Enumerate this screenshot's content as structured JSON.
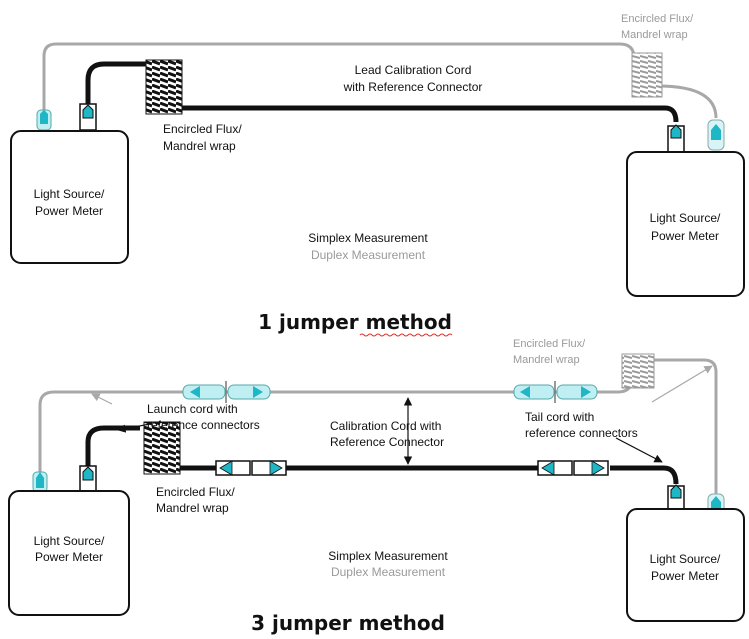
{
  "top": {
    "lead_cord_l1": "Lead Calibration Cord",
    "lead_cord_l2": "with Reference Connector",
    "flux_black_l1": "Encircled Flux/",
    "flux_black_l2": "Mandrel wrap",
    "flux_gray_l1": "Encircled Flux/",
    "flux_gray_l2": "Mandrel wrap",
    "left_box_l1": "Light Source/",
    "left_box_l2": "Power Meter",
    "right_box_l1": "Light Source/",
    "right_box_l2": "Power Meter",
    "simplex": "Simplex Measurement",
    "duplex": "Duplex Measurement",
    "method_title": "1 jumper method"
  },
  "bottom": {
    "flux_gray_l1": "Encircled Flux/",
    "flux_gray_l2": "Mandrel wrap",
    "launch_l1": "Launch cord with",
    "launch_l2": "reference connectors",
    "calib_l1": "Calibration Cord with",
    "calib_l2": "Reference Connector",
    "tail_l1": "Tail cord with",
    "tail_l2": "reference connectors",
    "flux_black_l1": "Encircled Flux/",
    "flux_black_l2": "Mandrel wrap",
    "left_box_l1": "Light Source/",
    "left_box_l2": "Power Meter",
    "right_box_l1": "Light Source/",
    "right_box_l2": "Power Meter",
    "simplex": "Simplex Measurement",
    "duplex": "Duplex Measurement",
    "method_title": "3 jumper method"
  },
  "colors": {
    "simplex_fiber": "#111111",
    "duplex_fiber": "#a8a8a8",
    "connector_tip": "#1fb6c6",
    "connector_body": "#bfeff3"
  }
}
